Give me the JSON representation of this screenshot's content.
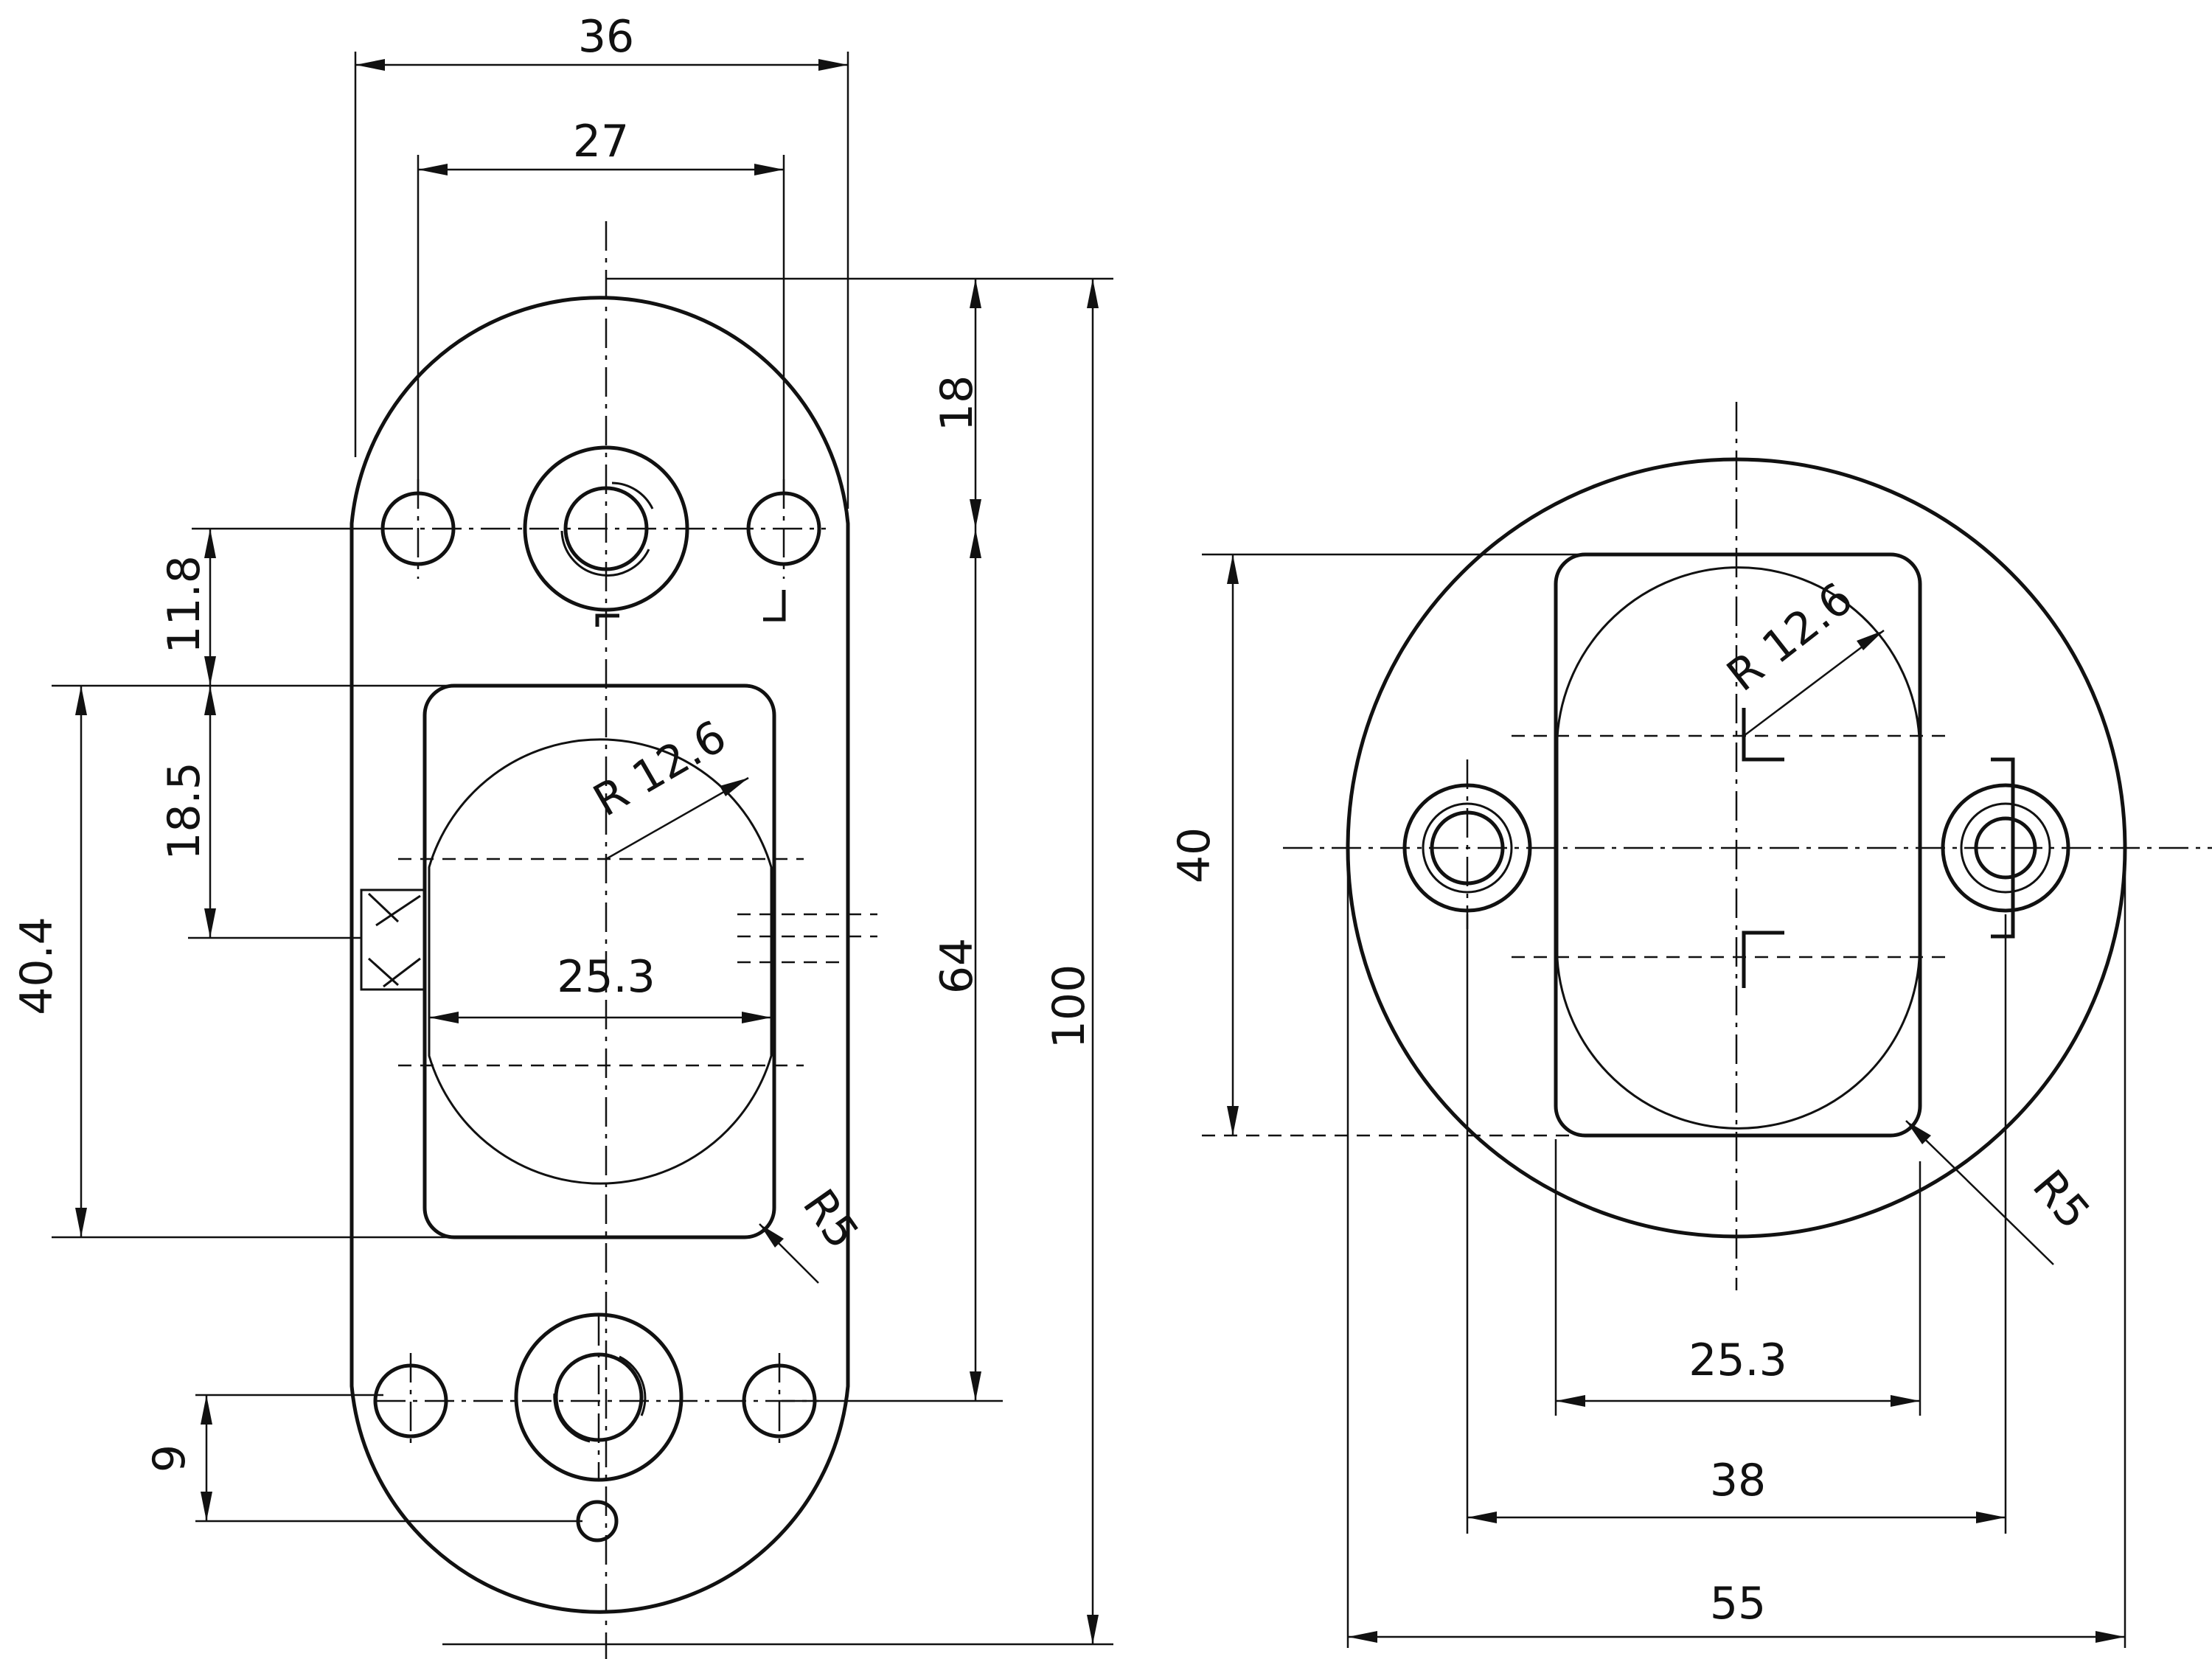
{
  "drawing": {
    "ink_color": "#111111",
    "background": "#ffffff",
    "left_view": {
      "dims": {
        "overall_width": "36",
        "hole_spacing": "27",
        "top_to_hole_axis": "18",
        "hole_axis_to_hole_axis": "64",
        "overall_length": "100",
        "axis_to_recess_top": "11.8",
        "recess_top_to_pin": "18.5",
        "recess_length": "40.4",
        "recess_width": "25.3",
        "recess_radius": "R 12.6",
        "corner_radius": "R5",
        "bottom_hole_offset": "9"
      }
    },
    "right_view": {
      "dims": {
        "recess_length": "40",
        "recess_radius": "R 12.6",
        "corner_radius": "R5",
        "recess_width": "25.3",
        "hole_spacing": "38",
        "diameter": "55"
      }
    }
  }
}
